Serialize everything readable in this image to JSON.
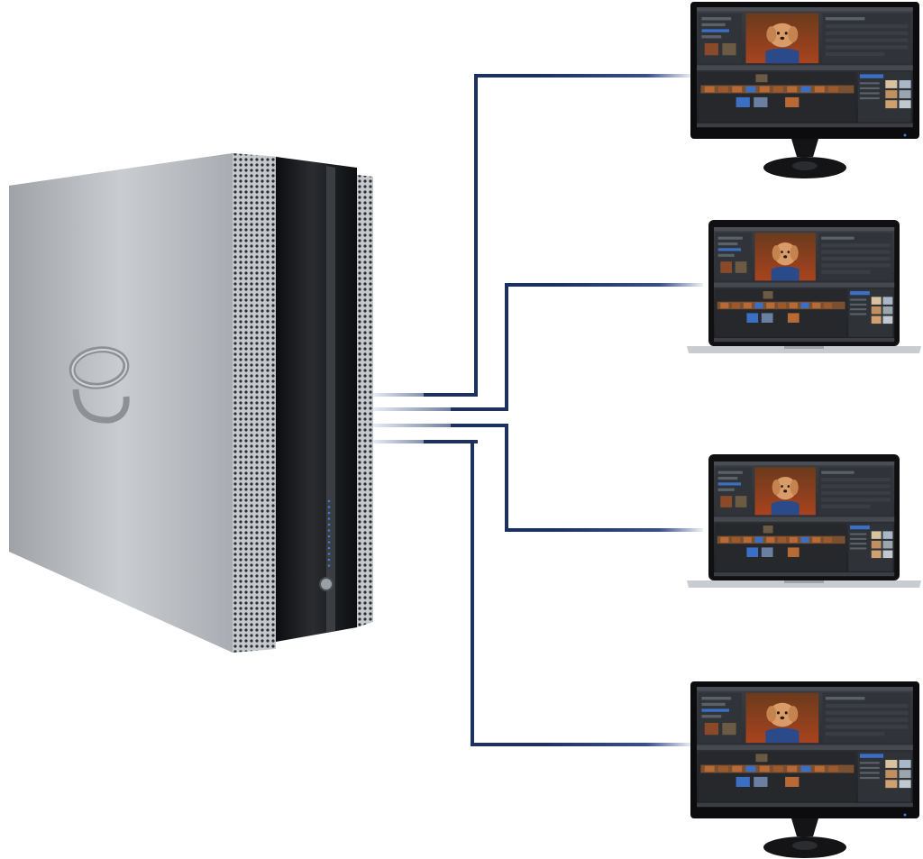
{
  "diagram": {
    "hub": {
      "name": "storage-server",
      "logo_icon": "g-logo-icon",
      "led_count": 12
    },
    "clients": [
      {
        "type": "desktop-monitor",
        "app": "video-editor"
      },
      {
        "type": "laptop",
        "app": "video-editor"
      },
      {
        "type": "laptop",
        "app": "video-editor"
      },
      {
        "type": "desktop-monitor",
        "app": "video-editor"
      }
    ],
    "connection_count": 4
  },
  "colors": {
    "cable": "#1d3160",
    "cable_fade": "#e6ebf5",
    "chassis_silver": "#b9bdc1",
    "chassis_dark": "#17181a",
    "screen_bg": "#2a2c30",
    "led": "#3a7bd5"
  }
}
